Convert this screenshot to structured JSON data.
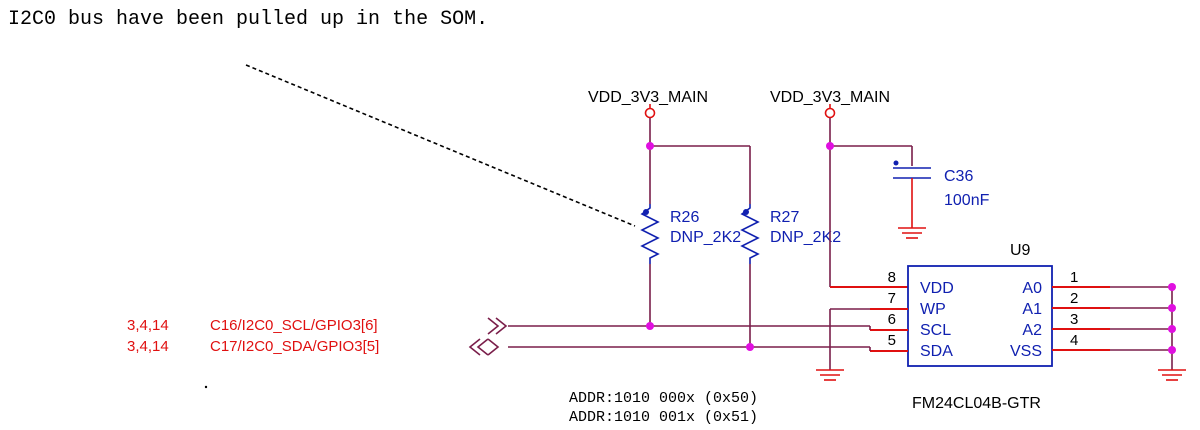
{
  "note_top": "I2C0 bus have been pulled up in the SOM.",
  "power": {
    "left": "VDD_3V3_MAIN",
    "right": "VDD_3V3_MAIN"
  },
  "resistors": [
    {
      "ref": "R26",
      "value": "DNP_2K2"
    },
    {
      "ref": "R27",
      "value": "DNP_2K2"
    }
  ],
  "capacitor": {
    "ref": "C36",
    "value": "100nF"
  },
  "ic": {
    "ref": "U9",
    "part": "FM24CL04B-GTR",
    "left_pins": [
      {
        "num": "8",
        "name": "VDD"
      },
      {
        "num": "7",
        "name": "WP"
      },
      {
        "num": "6",
        "name": "SCL"
      },
      {
        "num": "5",
        "name": "SDA"
      }
    ],
    "right_pins": [
      {
        "num": "1",
        "name": "A0"
      },
      {
        "num": "2",
        "name": "A1"
      },
      {
        "num": "3",
        "name": "A2"
      },
      {
        "num": "4",
        "name": "VSS"
      }
    ]
  },
  "nets": [
    {
      "pages": "3,4,14",
      "name": "C16/I2C0_SCL/GPIO3[6]"
    },
    {
      "pages": "3,4,14",
      "name": "C17/I2C0_SDA/GPIO3[5]"
    }
  ],
  "addresses": [
    "ADDR:1010 000x (0x50)",
    "ADDR:1010 001x (0x51)"
  ],
  "colors": {
    "wire": "#7a1e4a",
    "pin": "#e01010",
    "component": "#1020b0",
    "junction": "#e010e0",
    "net_label": "#e01010"
  }
}
